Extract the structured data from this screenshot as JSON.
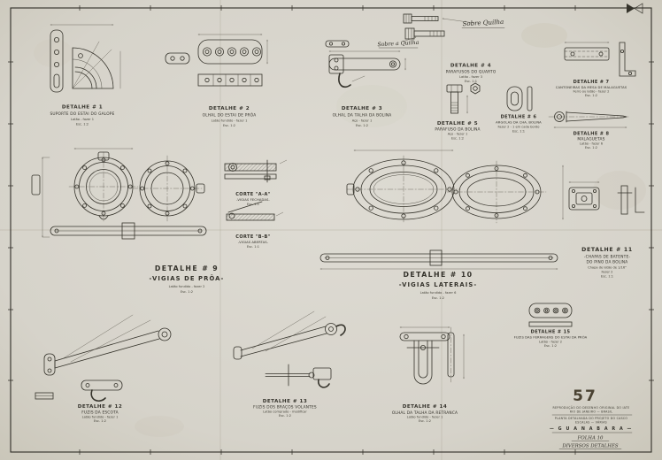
{
  "colors": {
    "ink": "#35332b",
    "paper": "#d6d3ca"
  },
  "sheet": {
    "number_label": "57",
    "titleblock": {
      "line1": "REPRODUÇÃO DO DESENHO ORIGINAL DO IATE",
      "line2": "RIO DE JANEIRO — BRASIL",
      "line3": "PLANTA DETALHADA DO PROJETO DO CASCO",
      "line4": "ESCALAS — VÁRIAS",
      "boat_name": "— G U A N A B A R A —",
      "folha": "FOLHA 10",
      "doc_title": "DIVERSOS DETALHES"
    }
  },
  "annotations": {
    "note1": "Sobre Quilha",
    "note2": "Sobre a Quilha"
  },
  "details": [
    {
      "title": "DETALHE # 1",
      "caption": "SUPORTE DO ESTAI DO GALOPE",
      "material": "Latão - fazer 1",
      "scale": "Esc. 1:2"
    },
    {
      "title": "DETALHE # 2",
      "caption": "OLHAL DO ESTAI DE PRÔA",
      "material": "Latão fundido - fazer 1",
      "scale": "Esc. 1:2"
    },
    {
      "title": "DETALHE # 3",
      "caption": "OLHAL DA TALHA DA BOLINA",
      "material": "Aço - fazer 1",
      "scale": "Esc. 1:2"
    },
    {
      "title": "DETALHE # 4",
      "caption": "PARAFUSOS DO QUARTO",
      "material": "Latão - fazer 3",
      "scale": "Esc. 1:1"
    },
    {
      "title": "DETALHE # 5",
      "caption": "PARAFUSO DA BOLINA",
      "material": "Aço - fazer 1",
      "scale": "Esc. 1:2"
    },
    {
      "title": "DETALHE # 6",
      "caption": "ARGOLAS DA CHA. BOLINA",
      "material": "Fazer 2 - 1 em cada bordo",
      "scale": "Esc. 1:1"
    },
    {
      "title": "DETALHE # 7",
      "caption": "CANTONEIRAS DA MESA DE MALAGUETAS",
      "material": "Ferro ou latão - fazer 2",
      "scale": "Esc. 1:2"
    },
    {
      "title": "DETALHE # 8",
      "caption": "MALAGUETAS",
      "material": "Latão - fazer 6",
      "scale": "Esc. 1:2"
    },
    {
      "title": "DETALHE # 9",
      "caption": "-VIGIAS DE PRÔA-",
      "material": "Latão fundido - fazer 2",
      "scale": "Esc. 1:2"
    },
    {
      "title": "DETALHE # 10",
      "caption": "-VIGIAS LATERAIS-",
      "material": "Latão fundido - fazer 6",
      "scale": "Esc. 1:2"
    },
    {
      "title": "DETALHE # 11",
      "caption": "-CHAPAS DE BATENTE-",
      "caption2": "DO PINO DA BOLINA",
      "material": "Chapa de latão de 1/16\"",
      "material2": "Fazer 2",
      "scale": "Esc. 1:1"
    },
    {
      "title": "DETALHE # 12",
      "caption": "FUZIS DA ESCOTA",
      "material": "Latão fundido - fazer 1",
      "scale": "Esc. 1:2"
    },
    {
      "title": "DETALHE # 13",
      "caption": "FUZIS DOS BRAÇOS VOLANTES",
      "material": "Latão comprado - modificar",
      "scale": "Esc. 1:2"
    },
    {
      "title": "DETALHE # 14",
      "caption": "OLHAL DA TALHA DA RETRANCA",
      "material": "Latão fundido - fazer 1",
      "scale": "Esc. 1:2"
    },
    {
      "title": "DETALHE # 15",
      "caption": "FUZIS DAS FERRAGENS DO ESTAI DA PRÔA",
      "material": "Latão - fazer 2",
      "scale": "Esc. 1:2"
    }
  ],
  "cortes": [
    {
      "title": "CORTE \"A-A\"",
      "caption": "-VIGIAS FECHADAS-",
      "scale": "Esc. 1:1"
    },
    {
      "title": "CORTE \"B-B\"",
      "caption": "-VIGIAS ABERTAS-",
      "scale": "Esc. 1:1"
    }
  ]
}
